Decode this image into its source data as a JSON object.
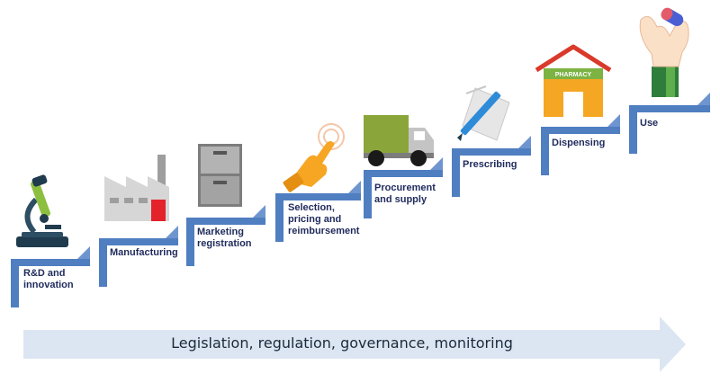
{
  "steps": [
    {
      "label": "R&D and\ninnovation",
      "icon": "microscope-icon"
    },
    {
      "label": "Manufacturing",
      "icon": "factory-icon"
    },
    {
      "label": "Marketing\nregistration",
      "icon": "filing-cabinet-icon"
    },
    {
      "label": "Selection,\npricing and\nreimbursement",
      "icon": "pointing-hand-icon"
    },
    {
      "label": "Procurement\nand supply",
      "icon": "delivery-truck-icon"
    },
    {
      "label": "Prescribing",
      "icon": "pen-paper-icon"
    },
    {
      "label": "Dispensing",
      "icon": "pharmacy-icon"
    },
    {
      "label": "Use",
      "icon": "hand-holding-pill-icon"
    }
  ],
  "pharmacy_sign": "PHARMACY",
  "banner": {
    "text": "Legislation, regulation, governance, monitoring"
  },
  "colors": {
    "step_blue": "#4f7ec1",
    "step_triangle": "#6e95cf",
    "label_text": "#1f2a5c",
    "banner_fill": "#dce6f2",
    "factory_red": "#e3222c",
    "cabinet_grey": "#8c8c8c",
    "hand_orange": "#f6a623",
    "truck_green": "#8aa63a",
    "pen_blue": "#2e8bd8",
    "pharmacy_orange": "#f5a623",
    "roof_red": "#d93a2b",
    "sleeve_green": "#2e7d3a"
  }
}
